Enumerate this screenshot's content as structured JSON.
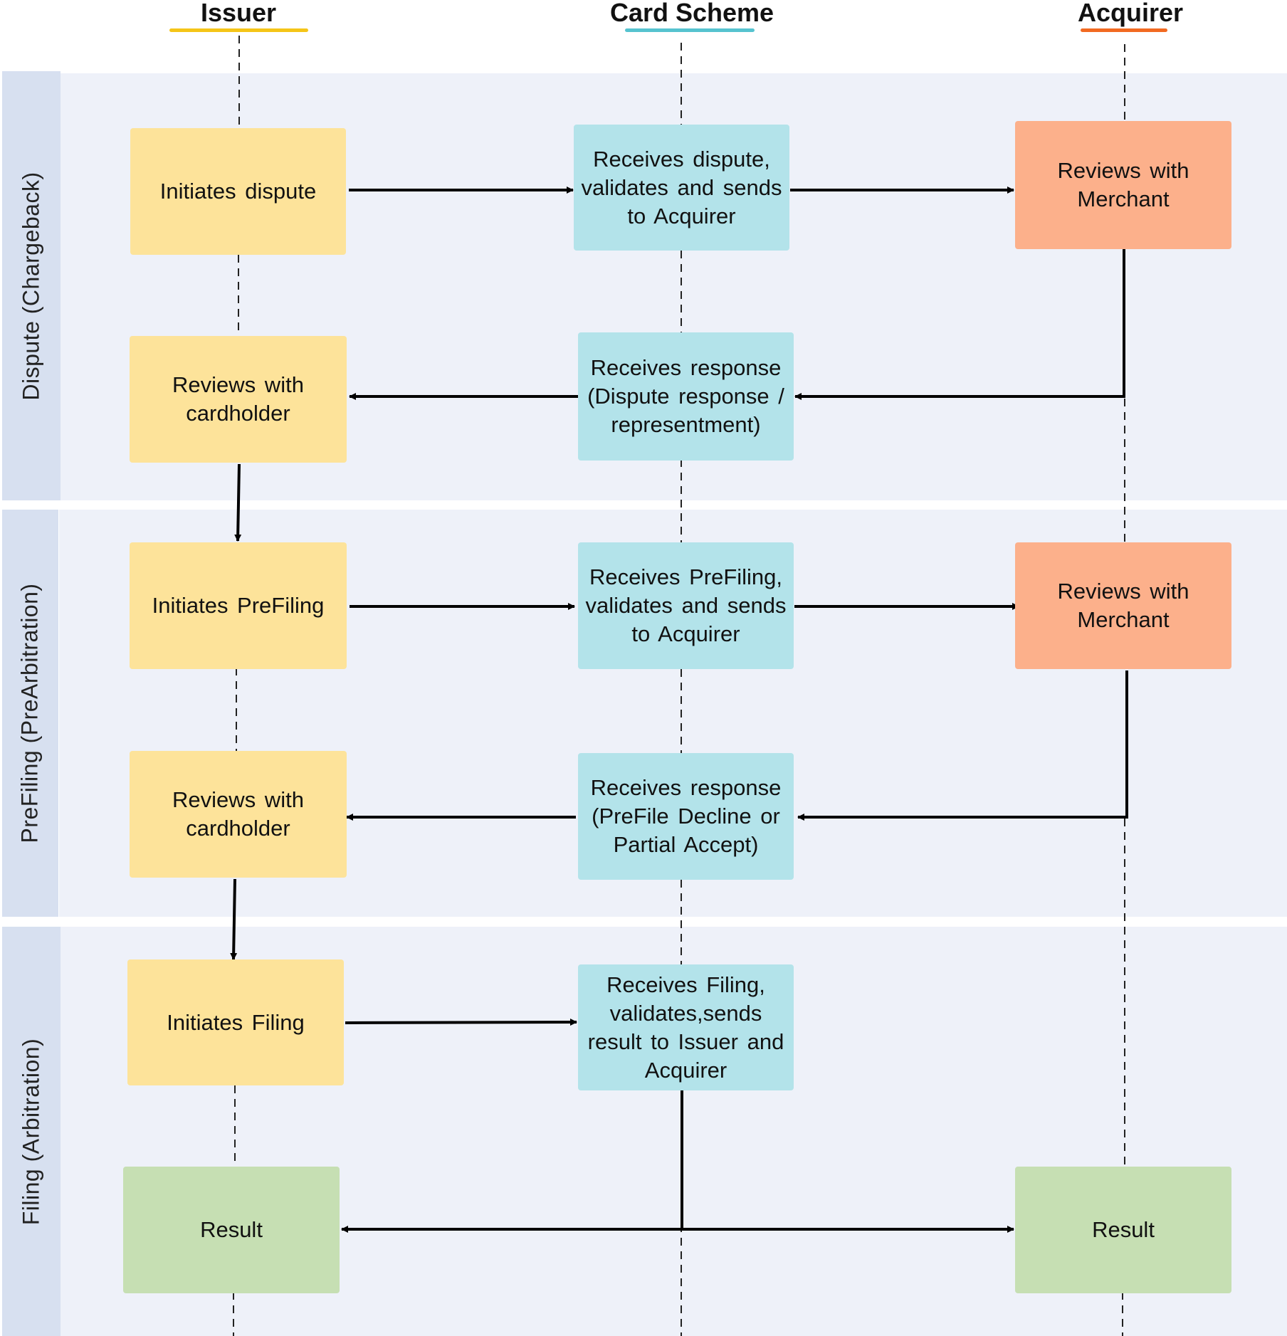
{
  "lanes": [
    {
      "id": "issuer",
      "label": "Issuer",
      "color": "#f5c518"
    },
    {
      "id": "scheme",
      "label": "Card Scheme",
      "color": "#56c3cf"
    },
    {
      "id": "acquirer",
      "label": "Acquirer",
      "color": "#f26a21"
    }
  ],
  "phases": [
    {
      "id": "dispute",
      "label": "Dispute (Chargeback)"
    },
    {
      "id": "prefiling",
      "label": "PreFiling (PreArbitration)"
    },
    {
      "id": "filing",
      "label": "Filing (Arbitration)"
    }
  ],
  "nodes": {
    "issuer_initiates_dispute": {
      "text": "Initiates dispute",
      "lane": "issuer",
      "phase": "dispute"
    },
    "scheme_receives_dispute": {
      "text": "Receives dispute, validates and sends to Acquirer",
      "lane": "scheme",
      "phase": "dispute"
    },
    "acquirer_reviews_merchant_1": {
      "text": "Reviews with Merchant",
      "lane": "acquirer",
      "phase": "dispute"
    },
    "scheme_receives_response_1": {
      "text": "Receives response (Dispute response / representment)",
      "lane": "scheme",
      "phase": "dispute"
    },
    "issuer_reviews_cardholder_1": {
      "text": "Reviews with cardholder",
      "lane": "issuer",
      "phase": "dispute"
    },
    "issuer_initiates_prefiling": {
      "text": "Initiates PreFiling",
      "lane": "issuer",
      "phase": "prefiling"
    },
    "scheme_receives_prefiling": {
      "text": "Receives PreFiling, validates and sends to Acquirer",
      "lane": "scheme",
      "phase": "prefiling"
    },
    "acquirer_reviews_merchant_2": {
      "text": "Reviews with Merchant",
      "lane": "acquirer",
      "phase": "prefiling"
    },
    "scheme_receives_response_2": {
      "text": "Receives response (PreFile Decline or Partial Accept)",
      "lane": "scheme",
      "phase": "prefiling"
    },
    "issuer_reviews_cardholder_2": {
      "text": "Reviews with cardholder",
      "lane": "issuer",
      "phase": "prefiling"
    },
    "issuer_initiates_filing": {
      "text": "Initiates Filing",
      "lane": "issuer",
      "phase": "filing"
    },
    "scheme_receives_filing": {
      "text": "Receives Filing, validates,sends result to Issuer and Acquirer",
      "lane": "scheme",
      "phase": "filing"
    },
    "issuer_result": {
      "text": "Result",
      "lane": "issuer",
      "phase": "filing"
    },
    "acquirer_result": {
      "text": "Result",
      "lane": "acquirer",
      "phase": "filing"
    }
  },
  "edges": [
    {
      "from": "issuer_initiates_dispute",
      "to": "scheme_receives_dispute"
    },
    {
      "from": "scheme_receives_dispute",
      "to": "acquirer_reviews_merchant_1"
    },
    {
      "from": "acquirer_reviews_merchant_1",
      "to": "scheme_receives_response_1"
    },
    {
      "from": "scheme_receives_response_1",
      "to": "issuer_reviews_cardholder_1"
    },
    {
      "from": "issuer_reviews_cardholder_1",
      "to": "issuer_initiates_prefiling"
    },
    {
      "from": "issuer_initiates_prefiling",
      "to": "scheme_receives_prefiling"
    },
    {
      "from": "scheme_receives_prefiling",
      "to": "acquirer_reviews_merchant_2"
    },
    {
      "from": "acquirer_reviews_merchant_2",
      "to": "scheme_receives_response_2"
    },
    {
      "from": "scheme_receives_response_2",
      "to": "issuer_reviews_cardholder_2"
    },
    {
      "from": "issuer_reviews_cardholder_2",
      "to": "issuer_initiates_filing"
    },
    {
      "from": "issuer_initiates_filing",
      "to": "scheme_receives_filing"
    },
    {
      "from": "scheme_receives_filing",
      "to": "issuer_result"
    },
    {
      "from": "scheme_receives_filing",
      "to": "acquirer_result"
    }
  ]
}
